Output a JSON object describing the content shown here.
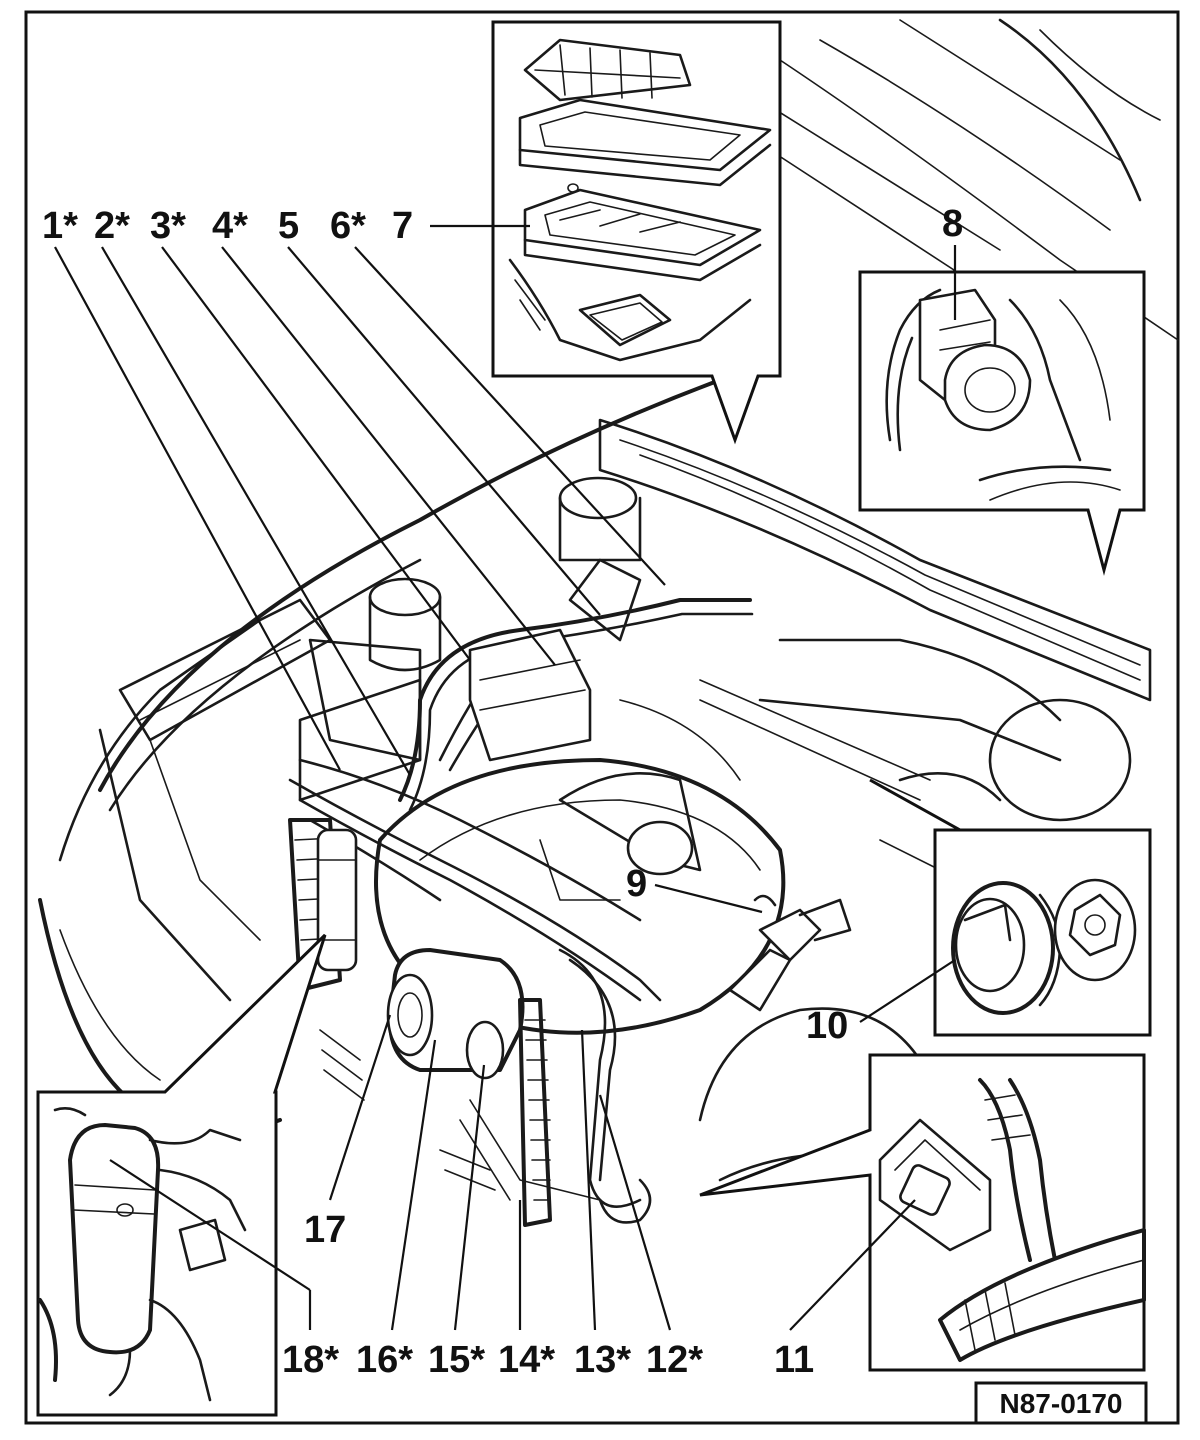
{
  "figure_code": "N87-0170",
  "callouts_top": [
    "1*",
    "2*",
    "3*",
    "4*",
    "5",
    "6*",
    "7"
  ],
  "callouts_bottom": [
    "18*",
    "16*",
    "15*",
    "14*",
    "13*",
    "12*",
    "11"
  ],
  "callouts_side": [
    "8",
    "9",
    "10",
    "17"
  ]
}
